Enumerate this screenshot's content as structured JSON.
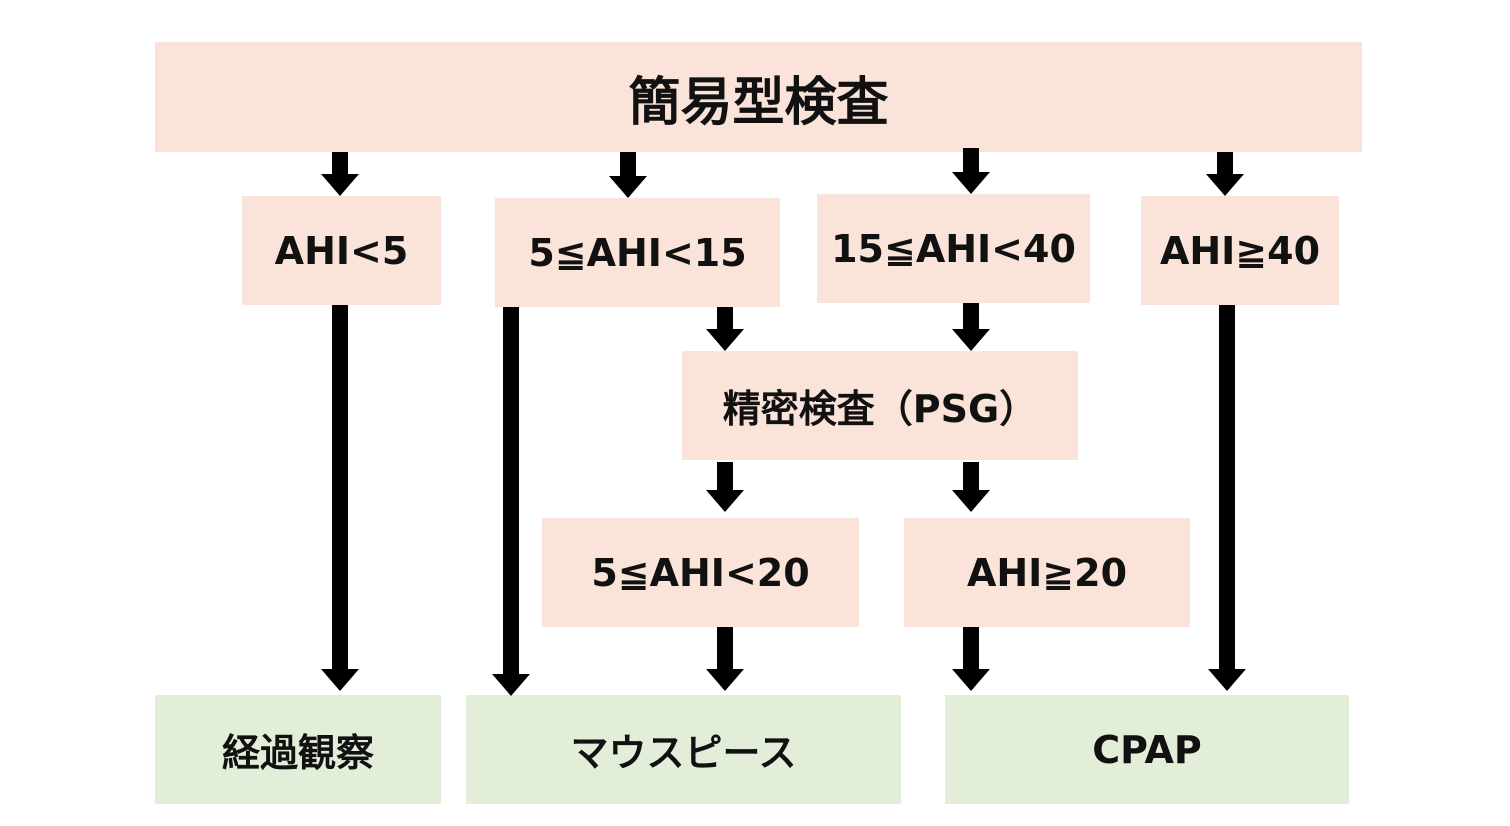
{
  "colors": {
    "peach": "#fae3d8",
    "green": "#e3eed9",
    "arrow": "#000000"
  },
  "nodes": {
    "top": "簡易型検査",
    "ahi_lt5": "AHI<5",
    "ahi_5_15": "5≦AHI<15",
    "ahi_15_40": "15≦AHI<40",
    "ahi_ge40": "AHI≧40",
    "psg": "精密検査（PSG）",
    "ahi_5_20": "5≦AHI<20",
    "ahi_ge20": "AHI≧20",
    "observation": "経過観察",
    "mouthpiece": "マウスピース",
    "cpap": "CPAP"
  }
}
